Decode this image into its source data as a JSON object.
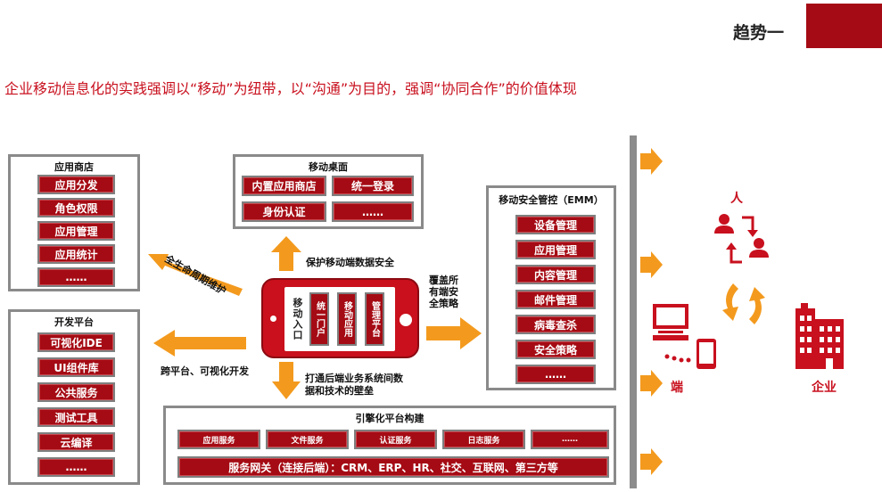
{
  "header": {
    "trend_label": "趋势一"
  },
  "subtitle": "企业移动信息化的实践强调以“移动”为纽带，以“沟通”为目的，强调“协同合作”的价值体现",
  "app_store": {
    "title": "应用商店",
    "items": [
      "应用分发",
      "角色权限",
      "应用管理",
      "应用统计",
      "……"
    ]
  },
  "dev_platform": {
    "title": "开发平台",
    "items": [
      "可视化IDE",
      "UI组件库",
      "公共服务",
      "测试工具",
      "云编译",
      "……"
    ]
  },
  "mobile_desktop": {
    "title": "移动桌面",
    "items": [
      "内置应用商店",
      "统一登录",
      "身份认证",
      "……"
    ]
  },
  "emm": {
    "title": "移动安全管控（EMM）",
    "items": [
      "设备管理",
      "应用管理",
      "内容管理",
      "邮件管理",
      "病毒查杀",
      "安全策略",
      "……"
    ]
  },
  "engine": {
    "title": "引擎化平台构建",
    "services": [
      "应用服务",
      "文件服务",
      "认证服务",
      "日志服务",
      "……"
    ],
    "gateway": "服务网关（连接后端）：CRM、ERP、HR、社交、互联网、第三方等"
  },
  "phone": {
    "entry": "移动入口",
    "chips": [
      "统一门户",
      "移动应用",
      "管理平台"
    ]
  },
  "arrows": {
    "lifecycle": "全生命周期维护",
    "protect": "保护移动端数据安全",
    "cross_platform": "跨平台、可视化开发",
    "cover": "覆盖所\n有端安\n全策略",
    "backend": "打通后端业务系统间数\n据和技术的壁垒"
  },
  "right": {
    "person": "人",
    "device": "端",
    "enterprise": "企业"
  },
  "colors": {
    "brand_red": "#a50b14",
    "accent_orange": "#f39a1e",
    "border_gray": "#8a8a8a"
  }
}
